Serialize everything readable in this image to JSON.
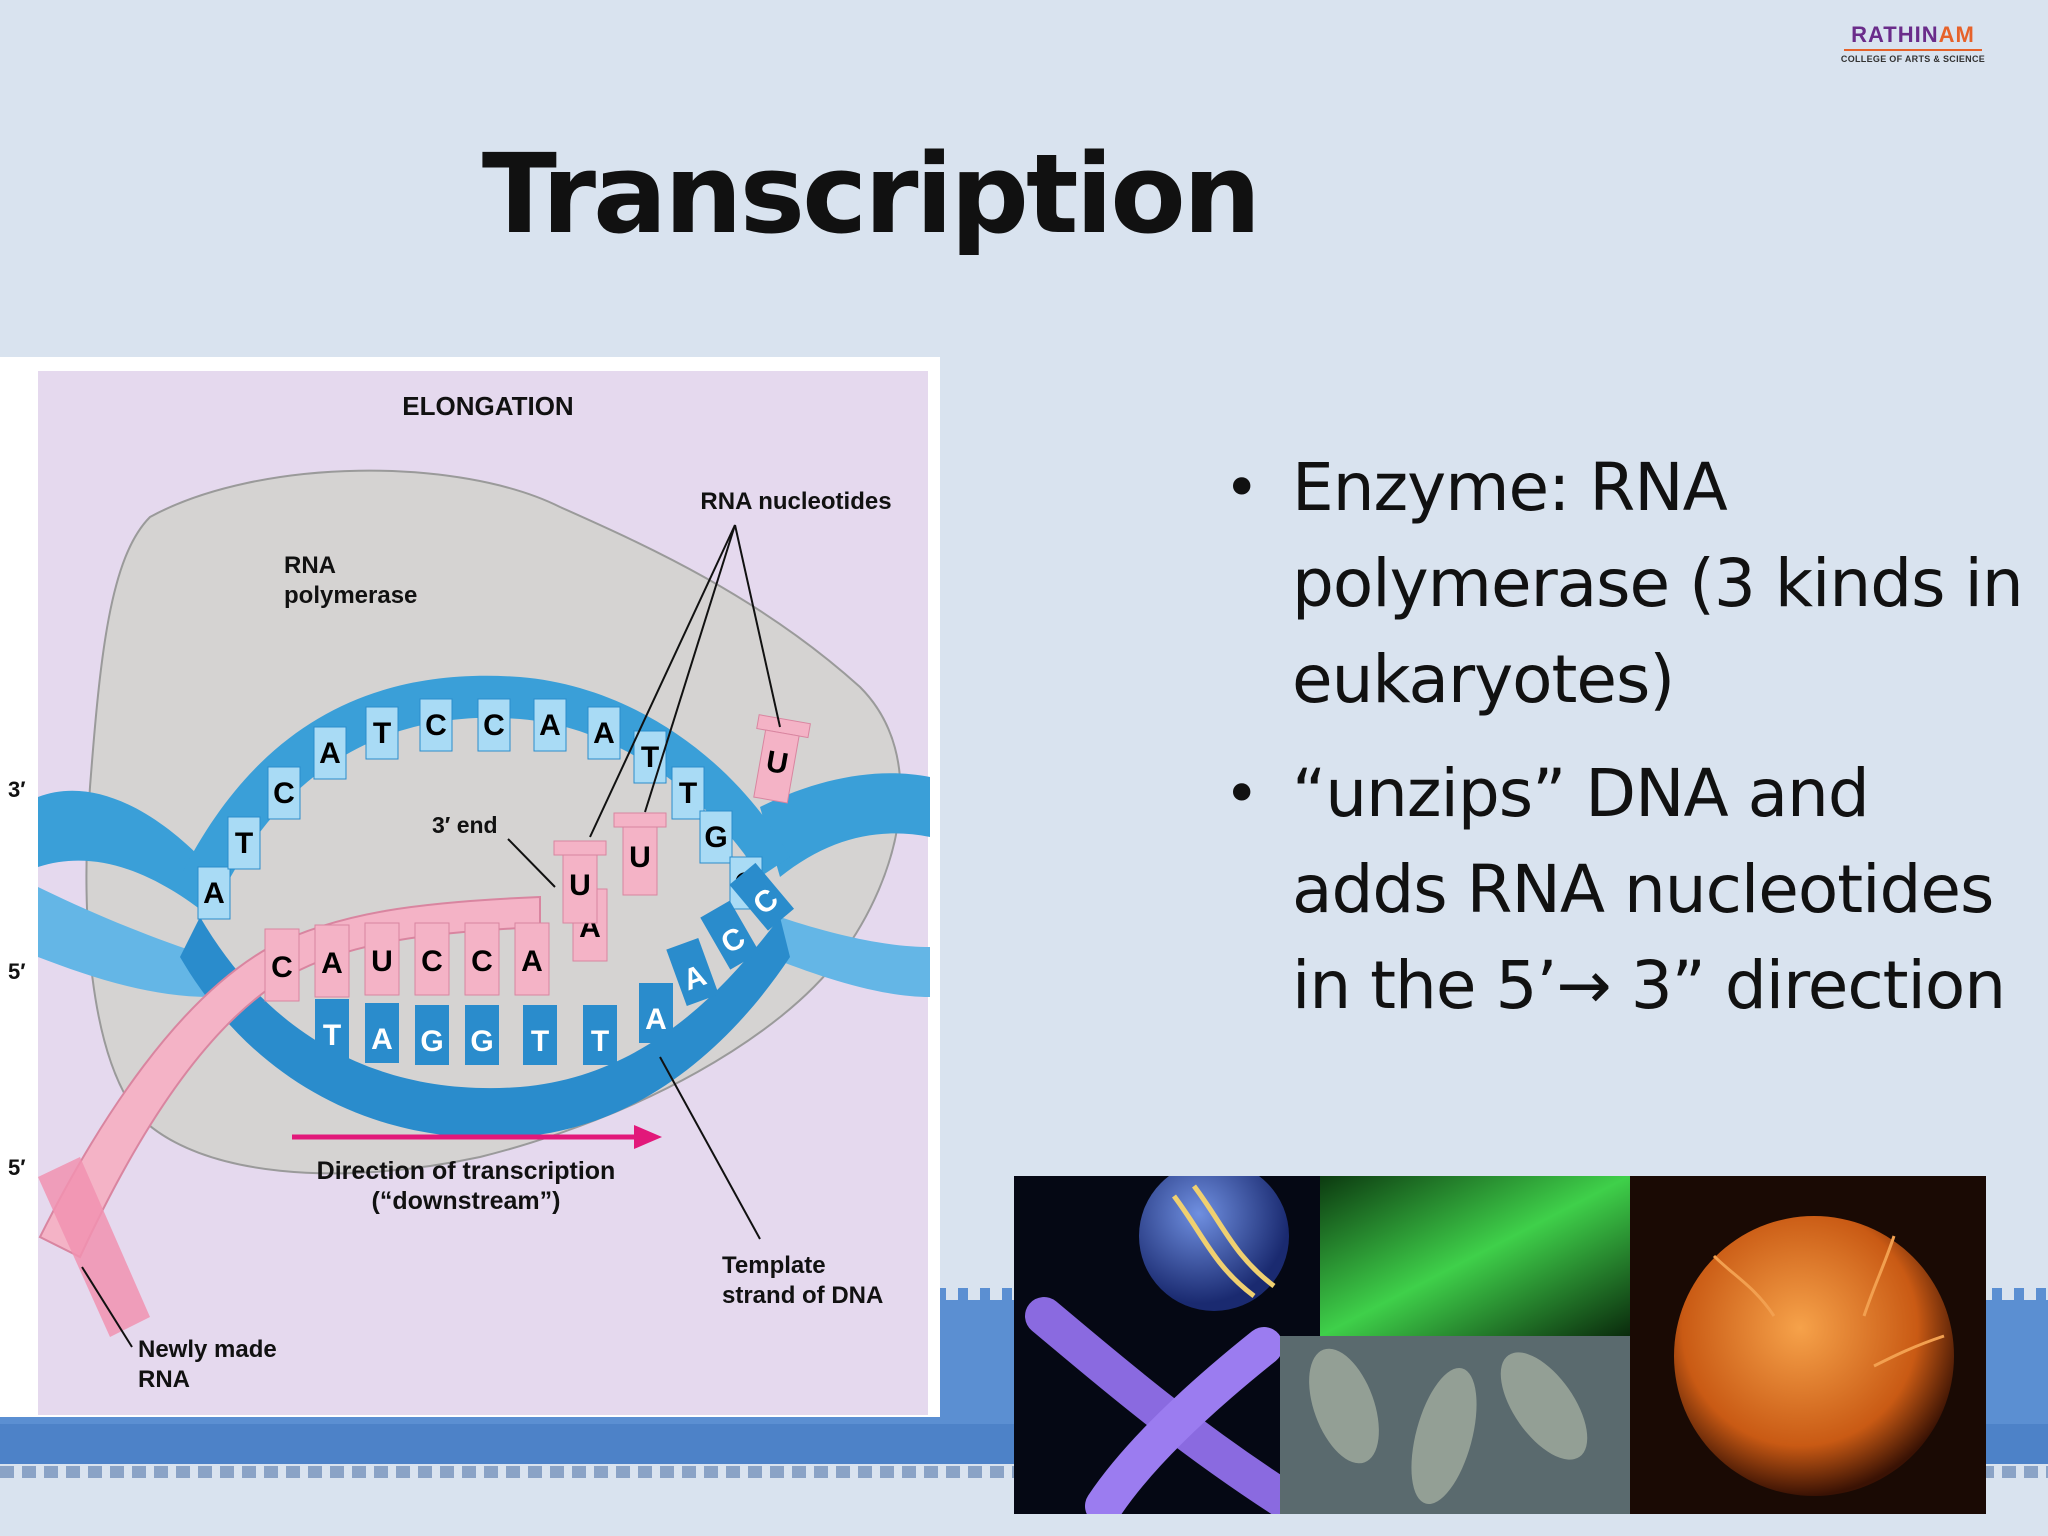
{
  "logo": {
    "name_main": "RATHIN",
    "name_accent": "AM",
    "subtitle": "COLLEGE OF ARTS & SCIENCE"
  },
  "slide": {
    "title": "Transcription"
  },
  "diagram": {
    "heading": "ELONGATION",
    "labels": {
      "rna_nucleotides": "RNA nucleotides",
      "rna_polymerase_1": "RNA",
      "rna_polymerase_2": "polymerase",
      "three_prime_end": "3′ end",
      "direction_1": "Direction of transcription",
      "direction_2": "(“downstream”)",
      "template_1": "Template",
      "template_2": "strand of DNA",
      "newly_made_1": "Newly made",
      "newly_made_2": "RNA",
      "end_3_top": "3′",
      "end_5_mid": "5′",
      "end_5_bottom": "5′"
    },
    "coding_strand_bases": [
      "A",
      "T",
      "C",
      "A",
      "T",
      "C",
      "C",
      "A",
      "A",
      "T",
      "T",
      "G",
      "G"
    ],
    "rna_bases": [
      "C",
      "A",
      "U",
      "C",
      "C",
      "A",
      "A"
    ],
    "incoming_nucleotides": [
      "U",
      "U",
      "U"
    ],
    "template_bases": [
      "T",
      "A",
      "G",
      "G",
      "T",
      "T",
      "A",
      "A",
      "C",
      "C"
    ]
  },
  "bullets": [
    {
      "line1": "Enzyme:  RNA",
      "line2": "polymerase (3 kinds in",
      "line3": "eukaryotes)"
    },
    {
      "line1": "“unzips” DNA and",
      "line2": "adds RNA nucleotides",
      "line3": "in the 5’→ 3” direction"
    }
  ],
  "colors": {
    "background": "#d9e3ef",
    "band": "#5b8fd2",
    "diagram_bg": "#e5d9ee",
    "dna_blue": "#3a9fd8",
    "rna_pink": "#f4b3c6"
  }
}
